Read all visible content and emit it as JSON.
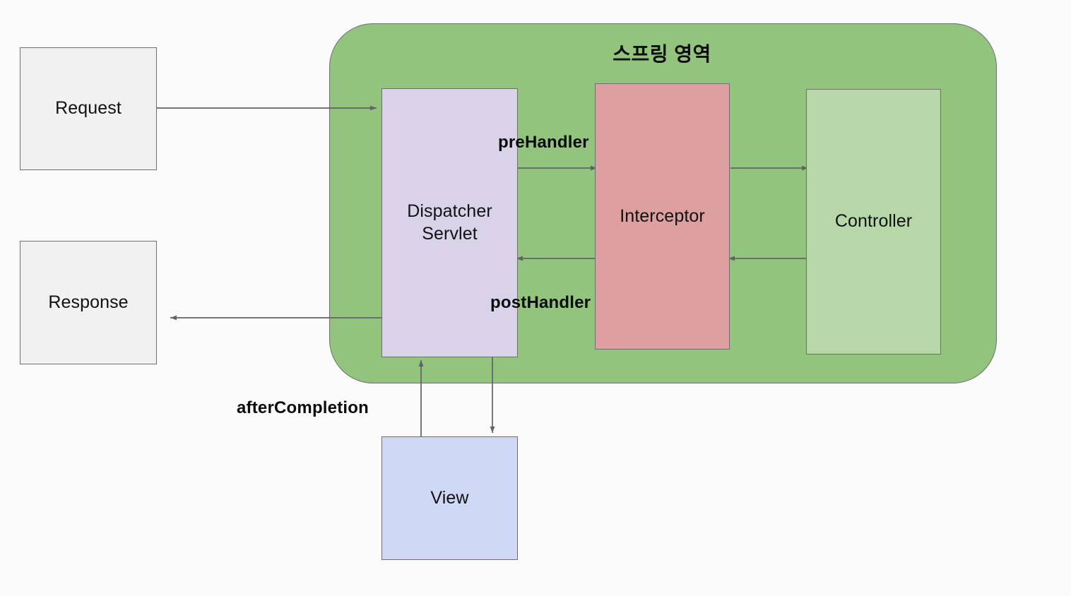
{
  "diagram": {
    "title_region": "스프링 영역",
    "background_color": "#fbfbfb",
    "stroke_color": "#6f6f6f",
    "arrow_color": "#5f6368",
    "nodes": {
      "request": {
        "label": "Request",
        "fill": "#f1f1f1"
      },
      "response": {
        "label": "Response",
        "fill": "#f1f1f1"
      },
      "dispatcher_servlet": {
        "label": "Dispatcher\nServlet",
        "fill": "#d9d2e9"
      },
      "interceptor": {
        "label": "Interceptor",
        "fill": "#dd9fa0"
      },
      "controller": {
        "label": "Controller",
        "fill": "#b6d7a8"
      },
      "view": {
        "label": "View",
        "fill": "#cfd9f5"
      },
      "spring_region": {
        "label": "스프링 영역",
        "fill": "#93c47d"
      }
    },
    "edge_labels": {
      "pre_handler": "preHandler",
      "post_handler": "postHandler",
      "after_completion": "afterCompletion"
    }
  }
}
